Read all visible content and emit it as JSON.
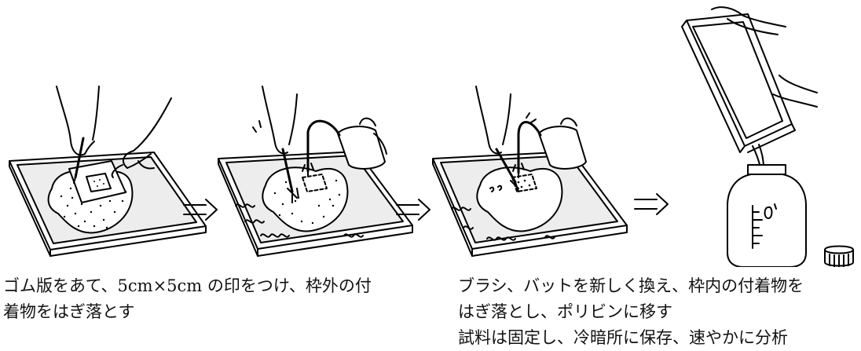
{
  "captions": {
    "left": {
      "line1": "ゴム版をあて、5cm×5cm の印をつけ、枠外の付",
      "line2": "着物をはぎ落とす"
    },
    "right": {
      "line1": "ブラシ、バットを新しく換え、枠内の付着物を",
      "line2": "はぎ落とし、ポリビンに移す",
      "line3": "試料は固定し、冷暗所に保存、速やかに分析"
    }
  },
  "steps": [
    {
      "id": 1,
      "icon": "marking-square-on-rock-in-tray-icon"
    },
    {
      "id": 2,
      "icon": "brushing-outside-frame-with-wash-bottle-icon"
    },
    {
      "id": 3,
      "icon": "brushing-inside-frame-with-wash-bottle-icon"
    },
    {
      "id": 4,
      "icon": "pouring-tray-into-sample-bottle-icon"
    }
  ],
  "arrows": [
    "right-arrow-icon",
    "right-arrow-icon",
    "right-arrow-icon"
  ]
}
